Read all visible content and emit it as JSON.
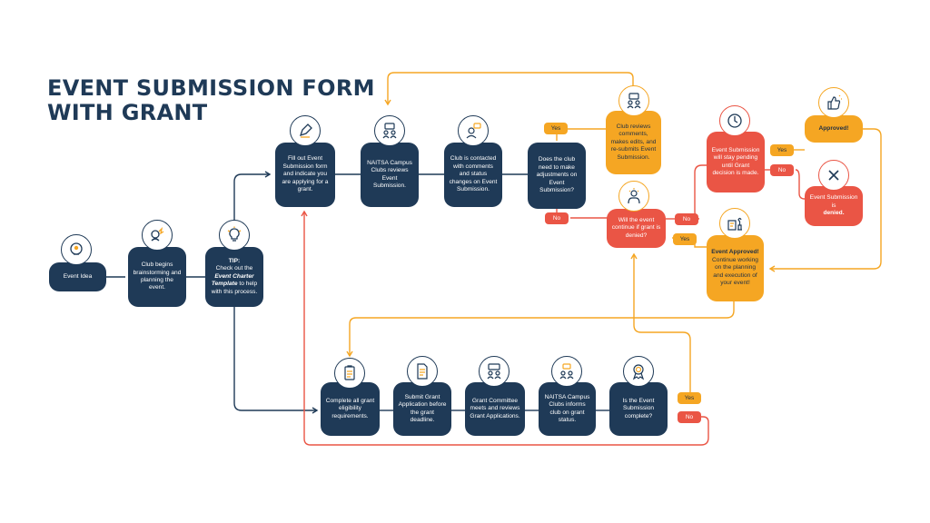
{
  "title": {
    "line1": "EVENT SUBMISSION FORM",
    "line2": "WITH GRANT"
  },
  "steps": {
    "event_idea": "Event Idea",
    "brainstorm": "Club begins brainstorming and planning the event.",
    "tip_label": "TIP:",
    "tip_text_1": "Check out the",
    "tip_emph": "Event Charter Template",
    "tip_text_2": "to help with this process.",
    "fill_out": "Fill out Event Submission form and indicate you are applying for a grant.",
    "naitsa_review": "NAITSA Campus Clubs reviews Event Submission.",
    "contacted": "Club is contacted with comments and status changes on Event Submission.",
    "adjust_q": "Does the club need to make adjustments on Event Submission?",
    "club_reviews": "Club reviews comments, makes edits, and re-submits Event Submission.",
    "continue_q": "Will the event continue if grant is denied?",
    "pending": "Event Submission will stay pending until Grant decision is made.",
    "approved_top": "Approved!",
    "denied_text": "Event Submission is",
    "denied_word": "denied.",
    "event_approved_label": "Event Approved!",
    "event_approved_text": "Continue working on the planning and execution of your event!",
    "complete_req": "Complete all grant eligibility requirements.",
    "submit_grant": "Submit Grant Application before the grant deadline.",
    "committee": "Grant Committee meets and reviews Grant Applications.",
    "informs": "NAITSA Campus Clubs informs club on grant status.",
    "complete_q": "Is the Event Submission complete?"
  },
  "labels": {
    "yes": "Yes",
    "no": "No"
  },
  "colors": {
    "navy": "#1f3a57",
    "orange": "#f5a623",
    "red": "#ea5545"
  },
  "icons": [
    "lightbulb-head-icon",
    "brainstorm-icon",
    "lightbulb-icon",
    "pen-icon",
    "people-chat-icon",
    "person-chat-icon",
    "people-review-icon",
    "hand-idea-icon",
    "clock-icon",
    "thumbs-up-icon",
    "x-icon",
    "chess-plan-icon",
    "clipboard-icon",
    "document-icon",
    "committee-icon",
    "inform-icon",
    "award-icon"
  ]
}
